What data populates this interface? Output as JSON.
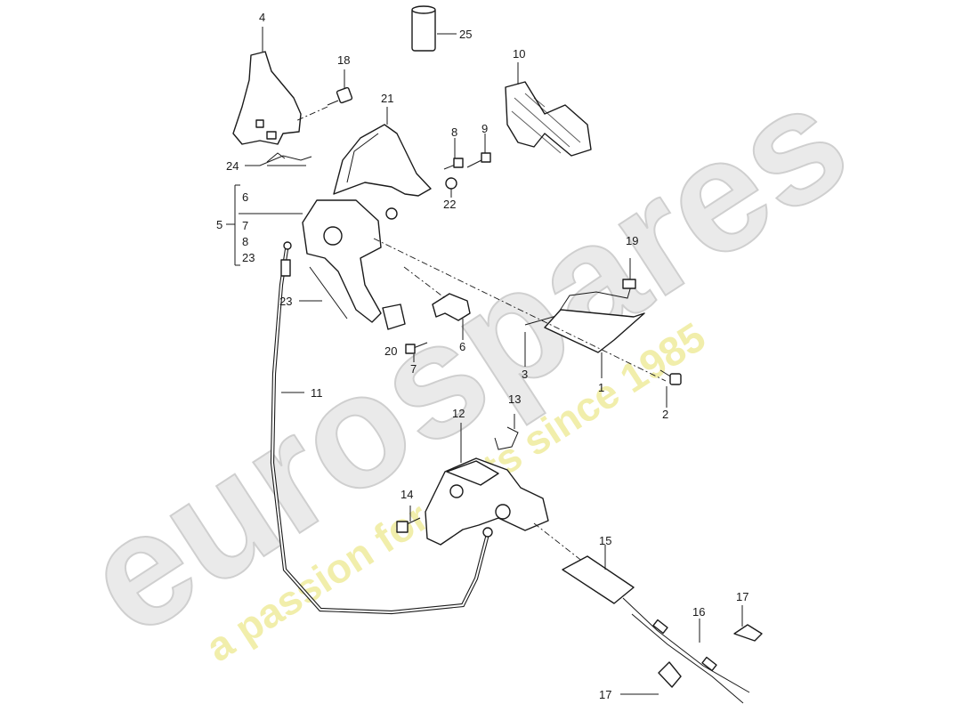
{
  "watermark": {
    "brand": "eurospares",
    "tagline": "a passion for parts since 1985",
    "brand_color": "#d9d9d9",
    "tagline_color": "#f0ec9c"
  },
  "callouts": {
    "c1": "1",
    "c2": "2",
    "c3": "3",
    "c4": "4",
    "c5": "5",
    "c6": "6",
    "c6b": "6",
    "c7": "7",
    "c7b": "7",
    "c8": "8",
    "c8b": "8",
    "c9": "9",
    "c10": "10",
    "c11": "11",
    "c12": "12",
    "c13": "13",
    "c14": "14",
    "c15": "15",
    "c16": "16",
    "c17": "17",
    "c17b": "17",
    "c18": "18",
    "c19": "19",
    "c20": "20",
    "c21": "21",
    "c22": "22",
    "c23": "23",
    "c23b": "23",
    "c24": "24",
    "c25": "25"
  },
  "icons": [
    "bracket-icon",
    "sleeve-icon",
    "bolt-icon",
    "cover-icon",
    "pedal-icon",
    "cable-icon",
    "clip-icon",
    "guide-icon"
  ]
}
